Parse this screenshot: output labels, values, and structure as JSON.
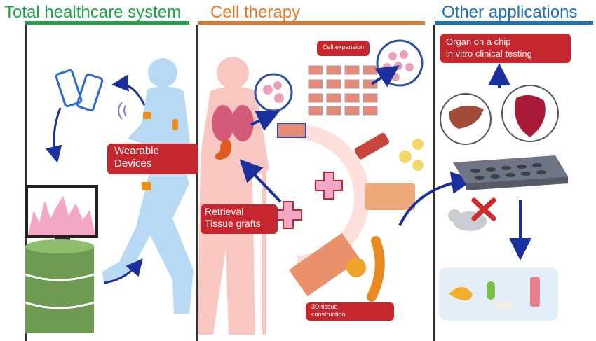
{
  "panels": [
    {
      "title": "Total healthcare system",
      "color": "#22a34a"
    },
    {
      "title": "Cell therapy",
      "color": "#e07b2e"
    },
    {
      "title": "Other applications",
      "color": "#1f6fc0"
    }
  ],
  "labels": {
    "wearable": [
      "Wearable",
      "Devices"
    ],
    "retrieval": [
      "Retrieval",
      "Tissue grafts"
    ],
    "cell_expansion": "Cell expansion",
    "tissue_construction": [
      "3D tissue",
      "construction"
    ],
    "organ_chip": [
      "Organ on a chip",
      "in vitro clinical testing"
    ]
  },
  "colors": {
    "label_red": "#c6262e",
    "arrow_blue": "#1c2f9e",
    "body_blue": "#b8d9f4",
    "body_pink": "#f8c7c2"
  }
}
